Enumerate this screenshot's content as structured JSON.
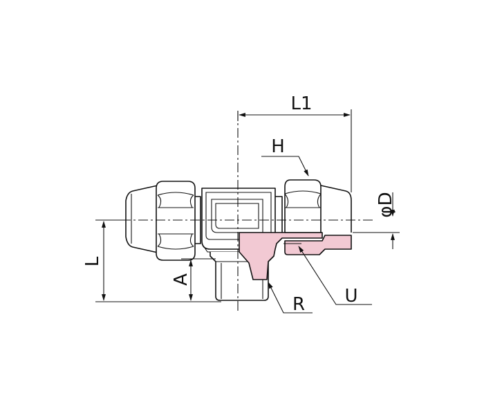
{
  "drawing": {
    "labels": {
      "l1": "L1",
      "h": "H",
      "phi_d": "φD",
      "l": "L",
      "a": "A",
      "r": "R",
      "u": "U"
    },
    "colors": {
      "line": "#111111",
      "section_fill": "#f2c9d3",
      "background": "#ffffff"
    }
  }
}
